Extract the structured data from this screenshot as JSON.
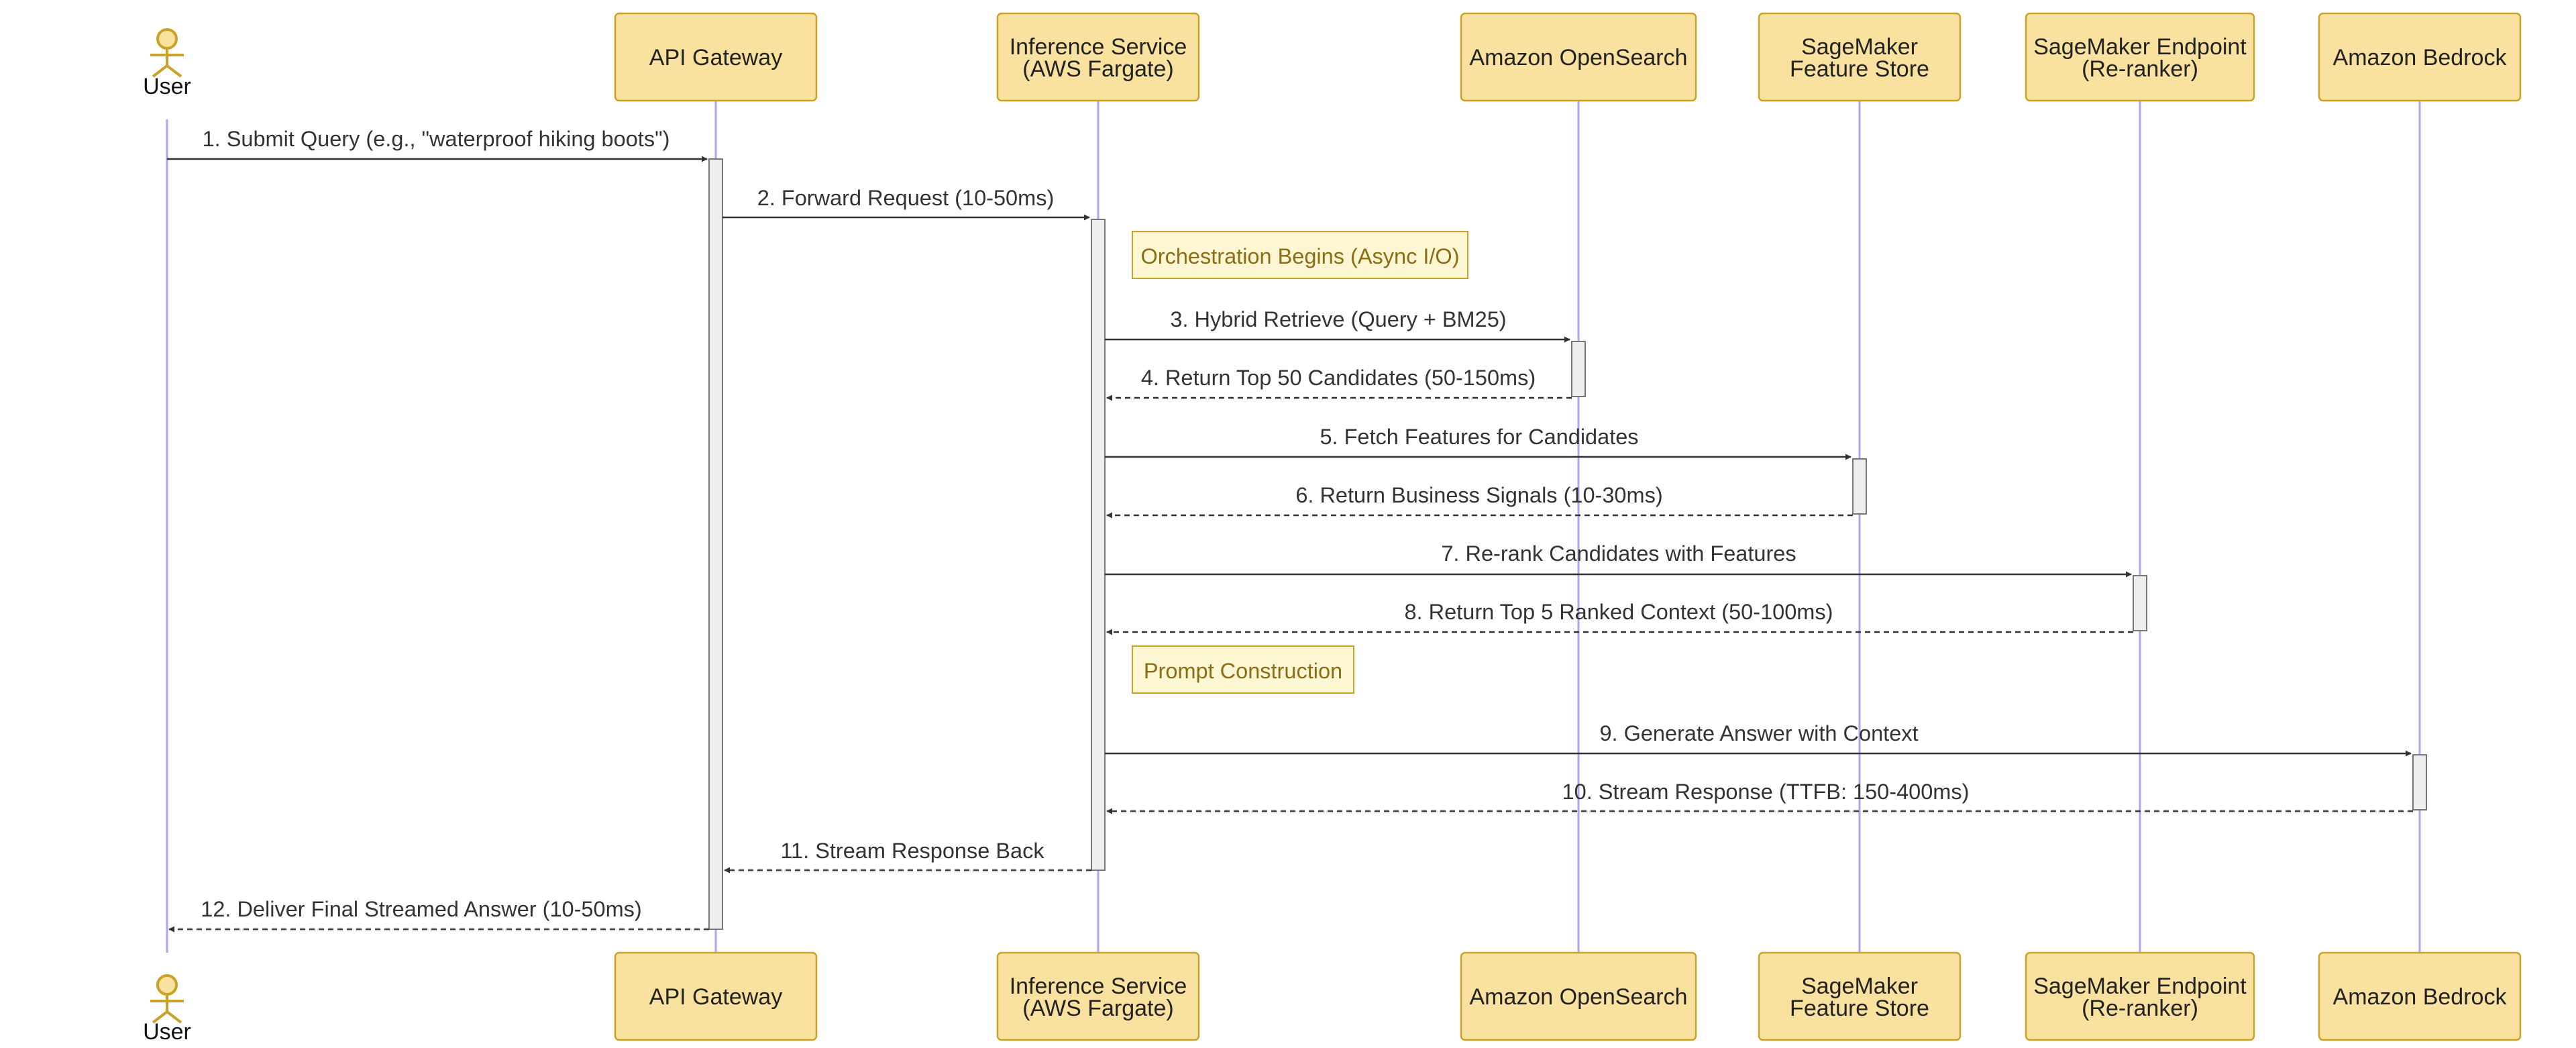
{
  "participants": {
    "user": {
      "label": "User"
    },
    "api": {
      "label": "API Gateway"
    },
    "inference": {
      "line1": "Inference Service",
      "line2": "(AWS Fargate)"
    },
    "opensearch": {
      "label": "Amazon OpenSearch"
    },
    "featurestore": {
      "line1": "SageMaker",
      "line2": "Feature Store"
    },
    "endpoint": {
      "line1": "SageMaker Endpoint",
      "line2": "(Re-ranker)"
    },
    "bedrock": {
      "label": "Amazon Bedrock"
    }
  },
  "messages": [
    {
      "from": "user",
      "to": "api",
      "style": "solid",
      "text": "1. Submit Query (e.g., \"waterproof hiking boots\")"
    },
    {
      "from": "api",
      "to": "inference",
      "style": "solid",
      "text": "2. Forward Request (10-50ms)"
    },
    {
      "from": "inference",
      "to": "opensearch",
      "style": "solid",
      "text": "3. Hybrid Retrieve (Query + BM25)"
    },
    {
      "from": "opensearch",
      "to": "inference",
      "style": "dashed",
      "text": "4. Return Top 50 Candidates (50-150ms)"
    },
    {
      "from": "inference",
      "to": "featurestore",
      "style": "solid",
      "text": "5. Fetch Features for Candidates"
    },
    {
      "from": "featurestore",
      "to": "inference",
      "style": "dashed",
      "text": "6. Return Business Signals (10-30ms)"
    },
    {
      "from": "inference",
      "to": "endpoint",
      "style": "solid",
      "text": "7. Re-rank Candidates with Features"
    },
    {
      "from": "endpoint",
      "to": "inference",
      "style": "dashed",
      "text": "8. Return Top 5 Ranked Context (50-100ms)"
    },
    {
      "from": "inference",
      "to": "bedrock",
      "style": "solid",
      "text": "9. Generate Answer with Context"
    },
    {
      "from": "bedrock",
      "to": "inference",
      "style": "dashed",
      "text": "10. Stream Response (TTFB: 150-400ms)"
    },
    {
      "from": "inference",
      "to": "api",
      "style": "dashed",
      "text": "11. Stream Response Back"
    },
    {
      "from": "api",
      "to": "user",
      "style": "dashed",
      "text": "12. Deliver Final Streamed Answer (10-50ms)"
    }
  ],
  "notes": [
    {
      "text": "Orchestration Begins (Async I/O)"
    },
    {
      "text": "Prompt Construction"
    }
  ],
  "colors": {
    "actor_fill": "#f9e29f",
    "actor_stroke": "#c9a227",
    "lifeline": "#a8a8f0",
    "activation_fill": "#eeeeee",
    "activation_stroke": "#777777",
    "note_fill": "#fdf6d3",
    "note_stroke": "#c9a227",
    "note_text": "#8a6d14",
    "arrow": "#333333"
  }
}
